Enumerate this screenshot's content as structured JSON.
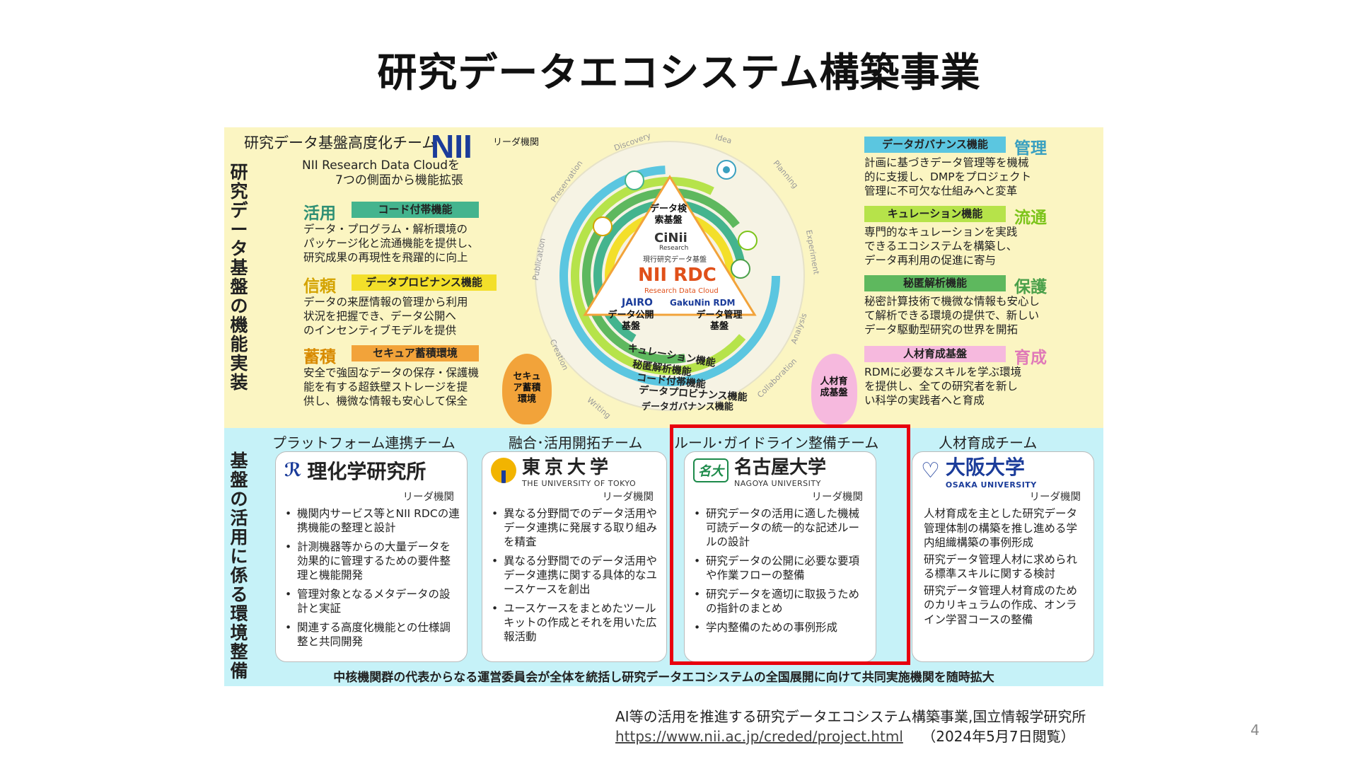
{
  "slide": {
    "title": "研究データエコシステム構築事業",
    "page_number": "4",
    "citation": {
      "line1": "AI等の活用を推進する研究データエコシステム構築事業,国立情報学研究所",
      "url": "https://www.nii.ac.jp/creded/project.html",
      "accessed": "（2024年5月7日閲覧）"
    }
  },
  "figure": {
    "top": {
      "side_label": "研究データ基盤の機能実装",
      "team_title": "研究データ基盤高度化チーム",
      "nii_logo": "NII",
      "leader_tag": "リーダ機関",
      "subtitle1": "NII Research Data Cloudを",
      "subtitle2": "7つの側面から機能拡張",
      "left_items": [
        {
          "category": "活用",
          "function": "コード付帯機能",
          "color": "#2e8f74",
          "bar": "#44b48e",
          "desc": [
            "データ・プログラム・解析環境の",
            "パッケージ化と流通機能を提供し、",
            "研究成果の再現性を飛躍的に向上"
          ]
        },
        {
          "category": "信頼",
          "function": "データプロビナンス機能",
          "color": "#d4a300",
          "bar": "#f3df2a",
          "desc": [
            "データの来歴情報の管理から利用",
            "状況を把握でき、データ公開へ",
            "のインセンティブモデルを提供"
          ]
        },
        {
          "category": "蓄積",
          "function": "セキュア蓄積環境",
          "color": "#d88a00",
          "bar": "#f2a33a",
          "desc": [
            "安全で強固なデータの保存・保護機",
            "能を有する超鉄壁ストレージを提",
            "供し、機微な情報も安心して保全"
          ]
        }
      ],
      "right_items": [
        {
          "category": "管理",
          "function": "データガバナンス機能",
          "color": "#3aa0c0",
          "bar": "#5bc6e0",
          "desc": [
            "計画に基づきデータ管理等を機械",
            "的に支援し、DMPをプロジェクト",
            "管理に不可欠な仕組みへと変革"
          ]
        },
        {
          "category": "流通",
          "function": "キュレーション機能",
          "color": "#7cc41a",
          "bar": "#b6e34a",
          "desc": [
            "専門的なキュレーションを実践",
            "できるエコシステムを構築し、",
            "データ再利用の促進に寄与"
          ]
        },
        {
          "category": "保護",
          "function": "秘匿解析機能",
          "color": "#4aa04a",
          "bar": "#5eb85e",
          "desc": [
            "秘密計算技術で機微な情報も安心し",
            "て解析できる環境の提供で、新しい",
            "データ駆動型研究の世界を開拓"
          ]
        },
        {
          "category": "育成",
          "function": "人材育成基盤",
          "color": "#e07ab8",
          "bar": "#f6b9de",
          "desc": [
            "RDMに必要なスキルを学ぶ環境",
            "を提供し、全ての研究者を新し",
            "い科学の実践者へと育成"
          ]
        }
      ],
      "center": {
        "search": "データ検索基盤",
        "cinii": "CiNii",
        "cinii_sub": "Research",
        "cinii_note": "現行研究データ基盤",
        "rdc": "NII RDC",
        "rdc_sub": "Research Data Cloud",
        "jairo": "JAIRO",
        "gakunin": "GakuNin RDM",
        "publish": "データ公開基盤",
        "manage": "データ管理基盤"
      },
      "ring_labels": [
        "キュレーション機能",
        "秘匿解析機能",
        "コード付帯機能",
        "データプロビナンス機能",
        "データガバナンス機能"
      ],
      "outer_labels": [
        "Discovery",
        "Idea",
        "Planning",
        "Experiment",
        "Analysis",
        "Collaboration",
        "Writing",
        "Creation",
        "Publication",
        "Preservation"
      ],
      "secure_label": "セキュア蓄積環境",
      "hr_label": "人材育成基盤"
    },
    "bottom": {
      "side_label": "基盤の活用に係る環境整備",
      "footer": "中核機関群の代表からなる運営委員会が全体を統括し研究データエコシステムの全国展開に向けて共同実施機関を随時拡大",
      "teams": [
        {
          "team": "プラットフォーム連携チーム",
          "org": "理化学研究所",
          "org_en": "",
          "logo_tag": "RIKEN",
          "leader": "リーダ機関",
          "bullets": [
            "機関内サービス等とNII RDCの連携機能の整理と設計",
            "計測機器等からの大量データを効果的に管理するための要件整理と機能開発",
            "管理対象となるメタデータの設計と実証",
            "関連する高度化機能との仕様調整と共同開発"
          ]
        },
        {
          "team": "融合･活用開拓チーム",
          "org": "東京大学",
          "org_en": "THE UNIVERSITY OF TOKYO",
          "leader": "リーダ機関",
          "bullets": [
            "異なる分野間でのデータ活用やデータ連携に発展する取り組みを精査",
            "異なる分野間でのデータ活用やデータ連携に関する具体的なユースケースを創出",
            "ユースケースをまとめたツールキットの作成とそれを用いた広報活動"
          ]
        },
        {
          "team": "ルール･ガイドライン整備チーム",
          "org": "名古屋大学",
          "org_en": "NAGOYA UNIVERSITY",
          "logo_tag": "名大",
          "leader": "リーダ機関",
          "bullets": [
            "研究データの活用に適した機械可読データの統一的な記述ルールの設計",
            "研究データの公開に必要な要項や作業フローの整備",
            "研究データを適切に取扱うための指針のまとめ",
            "学内整備のための事例形成"
          ]
        },
        {
          "team": "人材育成チーム",
          "org": "大阪大学",
          "org_en": "OSAKA UNIVERSITY",
          "leader": "リーダ機関",
          "paragraphs": [
            "人材育成を主とした研究データ管理体制の構築を推し進める学内組織構築の事例形成",
            "研究データ管理人材に求められる標準スキルに関する検討",
            "研究データ管理人材育成のためのカリキュラムの作成、オンライン学習コースの整備"
          ]
        }
      ]
    },
    "colors": {
      "highlight": "#e8000e",
      "nii_blue": "#1b3c9a",
      "nagoya_green": "#1c8a4a",
      "osaka_blue": "#1b3c9a",
      "tokyo_yellow": "#f2b400"
    }
  }
}
